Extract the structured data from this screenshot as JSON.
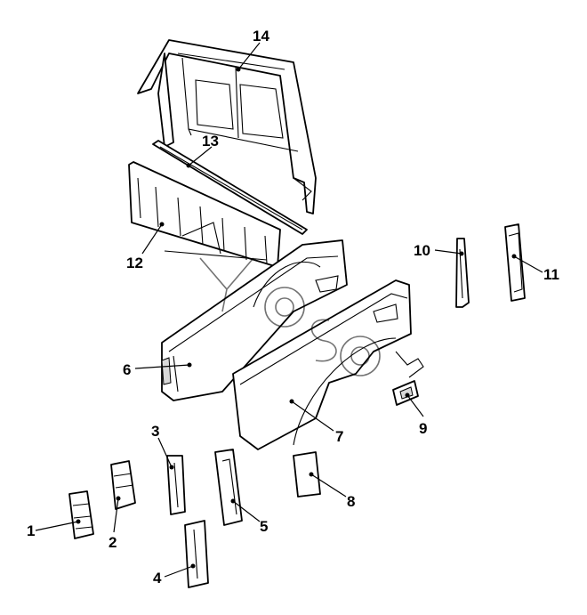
{
  "callouts": [
    {
      "id": "1",
      "label": "1"
    },
    {
      "id": "2",
      "label": "2"
    },
    {
      "id": "3",
      "label": "3"
    },
    {
      "id": "4",
      "label": "4"
    },
    {
      "id": "5",
      "label": "5"
    },
    {
      "id": "6",
      "label": "6"
    },
    {
      "id": "7",
      "label": "7"
    },
    {
      "id": "8",
      "label": "8"
    },
    {
      "id": "9",
      "label": "9"
    },
    {
      "id": "10",
      "label": "10"
    },
    {
      "id": "11",
      "label": "11"
    },
    {
      "id": "12",
      "label": "12"
    },
    {
      "id": "13",
      "label": "13"
    },
    {
      "id": "14",
      "label": "14"
    }
  ],
  "watermark": "yuso",
  "colors": {
    "line": "#000000",
    "background": "#ffffff"
  }
}
